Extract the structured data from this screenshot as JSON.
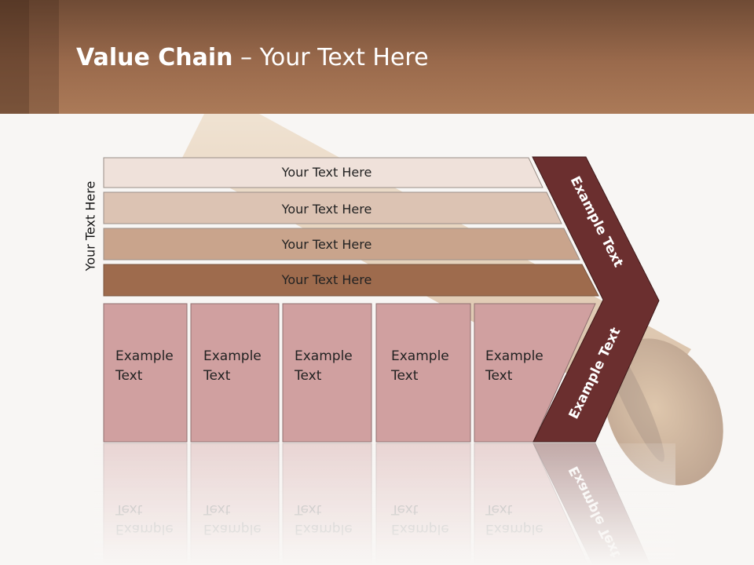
{
  "title": {
    "bold": "Value Chain",
    "rest": " – Your Text Here"
  },
  "side_label": "Your Text Here",
  "bars": [
    {
      "label": "Your Text Here",
      "fill": "#efe1da",
      "stroke": "#9a8f88"
    },
    {
      "label": "Your Text Here",
      "fill": "#dcc3b3",
      "stroke": "#9a8f88"
    },
    {
      "label": "Your Text Here",
      "fill": "#c9a48c",
      "stroke": "#9a8f88"
    },
    {
      "label": "Your Text Here",
      "fill": "#9e6b4d",
      "stroke": "#7a5540"
    }
  ],
  "boxes": [
    {
      "line1": "Example",
      "line2": "Text"
    },
    {
      "line1": "Example",
      "line2": "Text"
    },
    {
      "line1": "Example",
      "line2": "Text"
    },
    {
      "line1": "Example",
      "line2": "Text"
    },
    {
      "line1": "Example",
      "line2": "Text"
    }
  ],
  "chevron_labels": {
    "upper": "Example Text",
    "lower": "Example Text"
  },
  "colors": {
    "box": "#d0a0a0",
    "chevron": "#6b2f2f",
    "text": "#222222"
  }
}
